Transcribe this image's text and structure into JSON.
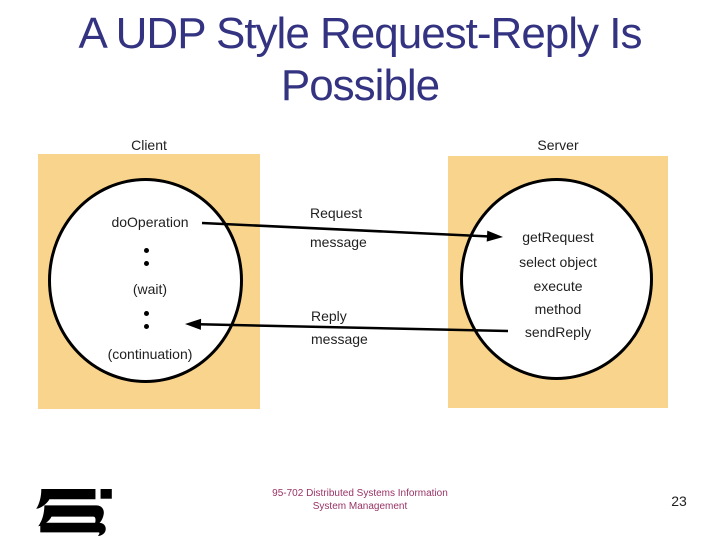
{
  "title": {
    "line1": "A UDP Style Request-Reply Is",
    "line2": "Possible",
    "color": "#333382"
  },
  "diagram": {
    "client": {
      "label": "Client",
      "steps": [
        "doOperation",
        "(wait)",
        "(continuation)"
      ]
    },
    "server": {
      "label": "Server",
      "steps": [
        "getRequest",
        "select object",
        "execute",
        "method",
        "sendReply"
      ]
    },
    "request_arrow": {
      "label_line1": "Request",
      "label_line2": "message",
      "direction": "client-to-server"
    },
    "reply_arrow": {
      "label_line1": "Reply",
      "label_line2": "message",
      "direction": "server-to-client"
    },
    "colors": {
      "process_box_fill": "#F9D48C",
      "ellipse_fill": "#FFFFFF",
      "stroke": "#000000",
      "text": "#1F1F1F"
    }
  },
  "footer": {
    "line1": "95-702 Distributed Systems Information",
    "line2": "System Management",
    "text_color": "#993366",
    "page_number": "23",
    "logo": "school-logo"
  }
}
